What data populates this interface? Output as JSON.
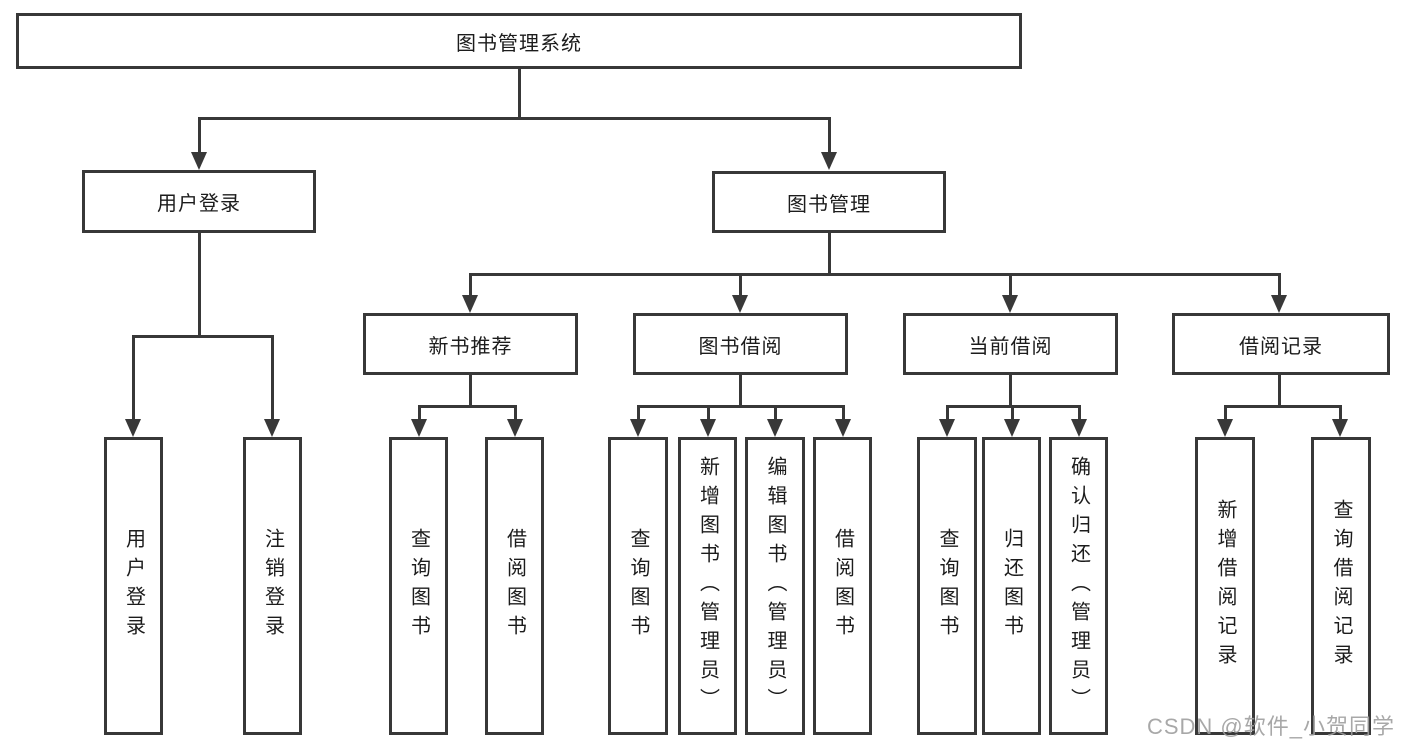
{
  "colors": {
    "line": "#383838",
    "text": "#1c1c1c",
    "background": "#ffffff",
    "watermark": "#9e9e9e"
  },
  "diagram": {
    "type": "hierarchy-tree",
    "root": {
      "label": "图书管理系统"
    },
    "level2": {
      "user_login": {
        "label": "用户登录"
      },
      "book_mgmt": {
        "label": "图书管理"
      }
    },
    "level3": {
      "new_book_rec": {
        "label": "新书推荐",
        "parent": "图书管理"
      },
      "book_borrow": {
        "label": "图书借阅",
        "parent": "图书管理"
      },
      "current_borrow": {
        "label": "当前借阅",
        "parent": "图书管理"
      },
      "borrow_record": {
        "label": "借阅记录",
        "parent": "图书管理"
      }
    },
    "leaves": {
      "login": {
        "label": "用户登录",
        "parent": "用户登录"
      },
      "logout": {
        "label": "注销登录",
        "parent": "用户登录"
      },
      "nb_query": {
        "label": "查询图书",
        "parent": "新书推荐"
      },
      "nb_borrow": {
        "label": "借阅图书",
        "parent": "新书推荐"
      },
      "bb_query": {
        "label": "查询图书",
        "parent": "图书借阅"
      },
      "bb_add": {
        "label": "新增图书（管理员）",
        "parent": "图书借阅"
      },
      "bb_edit": {
        "label": "编辑图书（管理员）",
        "parent": "图书借阅"
      },
      "bb_borrow": {
        "label": "借阅图书",
        "parent": "图书借阅"
      },
      "cb_query": {
        "label": "查询图书",
        "parent": "当前借阅"
      },
      "cb_return": {
        "label": "归还图书",
        "parent": "当前借阅"
      },
      "cb_confirm": {
        "label": "确认归还（管理员）",
        "parent": "当前借阅"
      },
      "br_add": {
        "label": "新增借阅记录",
        "parent": "借阅记录"
      },
      "br_query": {
        "label": "查询借阅记录",
        "parent": "借阅记录"
      }
    }
  },
  "watermark": {
    "text": "CSDN @软件_小贺同学"
  }
}
